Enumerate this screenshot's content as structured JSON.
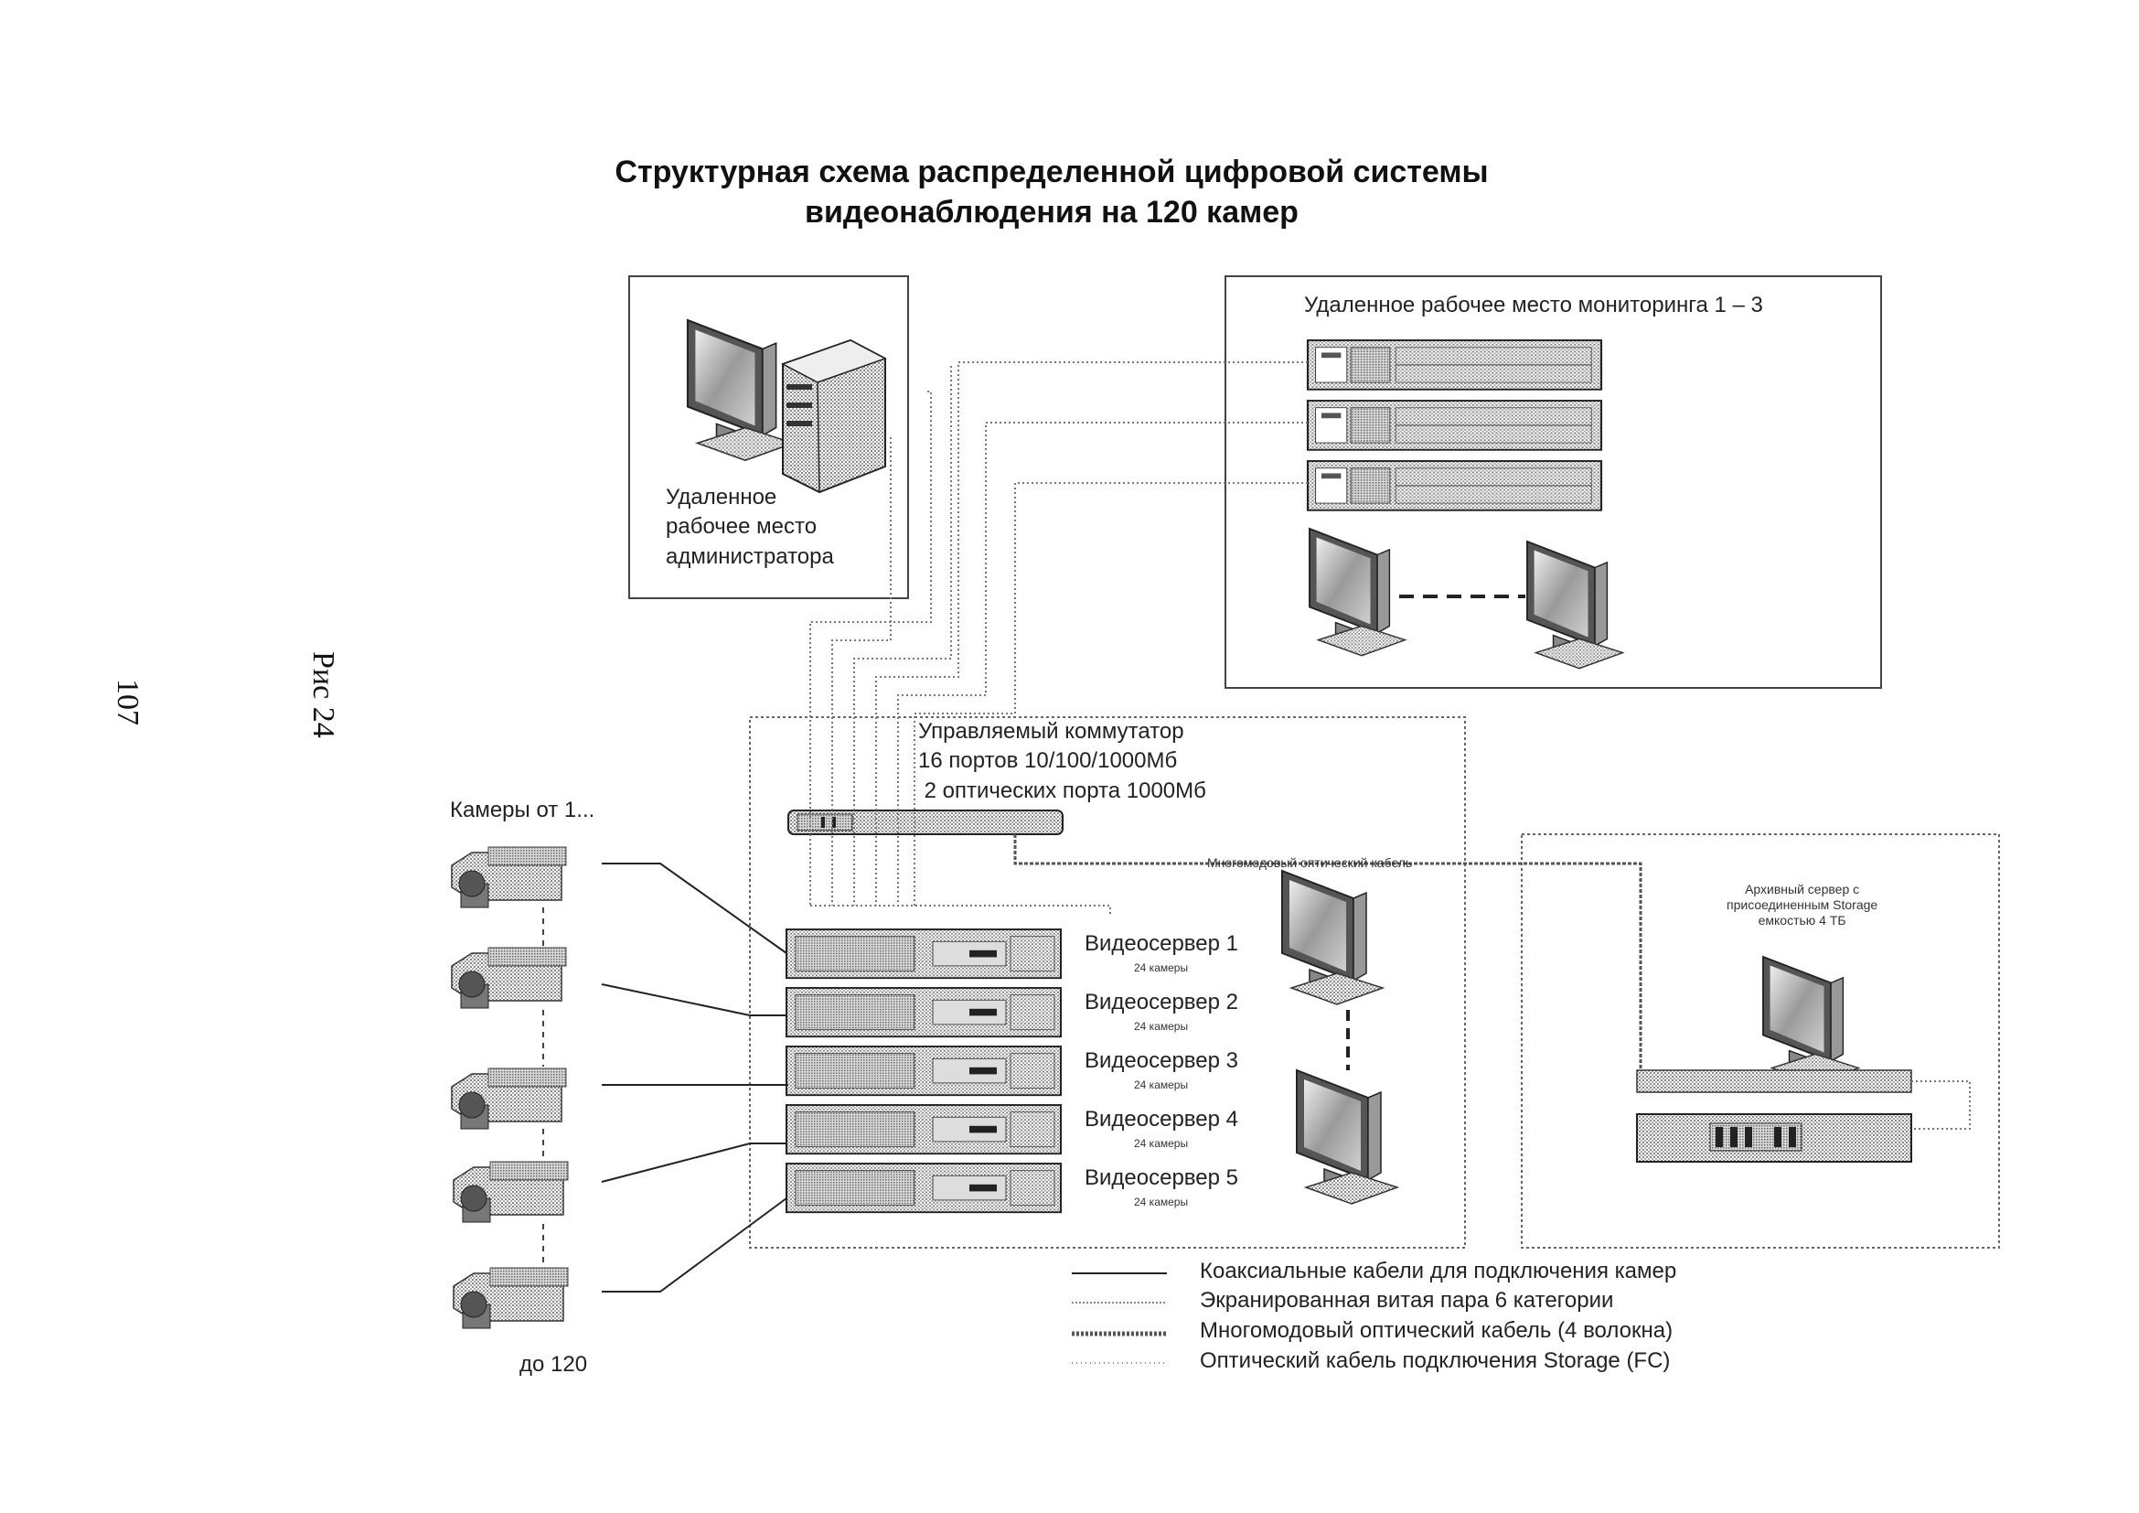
{
  "title": {
    "line1": "Структурная схема распределенной цифровой системы",
    "line2": "видеонаблюдения на 120 камер"
  },
  "figure_label": "Рис 24",
  "page_number": "107",
  "admin": {
    "line1": "Удаленное",
    "line2": "рабочее место",
    "line3": "администратора"
  },
  "monitoring": {
    "label": "Удаленное рабочее место мониторинга 1 – 3"
  },
  "switch": {
    "line1": "Управляемый коммутатор",
    "line2": "16 портов 10/100/1000Мб",
    "line3": " 2 оптических порта 1000Мб"
  },
  "fiber_label": "Многомодовый оптический кабель",
  "cameras": {
    "from": "Камеры от 1...",
    "to": "до 120"
  },
  "servers": [
    {
      "name": "Видеосервер 1",
      "sub": "24 камеры"
    },
    {
      "name": "Видеосервер 2",
      "sub": "24 камеры"
    },
    {
      "name": "Видеосервер 3",
      "sub": "24 камеры"
    },
    {
      "name": "Видеосервер 4",
      "sub": "24 камеры"
    },
    {
      "name": "Видеосервер 5",
      "sub": "24 камеры"
    }
  ],
  "archive": {
    "line1": "Архивный сервер с",
    "line2": "присоединенным Storage",
    "line3": "емкостью 4 TБ"
  },
  "legend": [
    {
      "label": "Коаксиальные кабели для подключения камер",
      "style": "solid"
    },
    {
      "label": "Экранированная витая пара 6 категории",
      "style": "thin"
    },
    {
      "label": "Многомодовый оптический кабель (4 волокна)",
      "style": "hatched"
    },
    {
      "label": "Оптический кабель подключения Storage (FC)",
      "style": "dotted"
    }
  ]
}
